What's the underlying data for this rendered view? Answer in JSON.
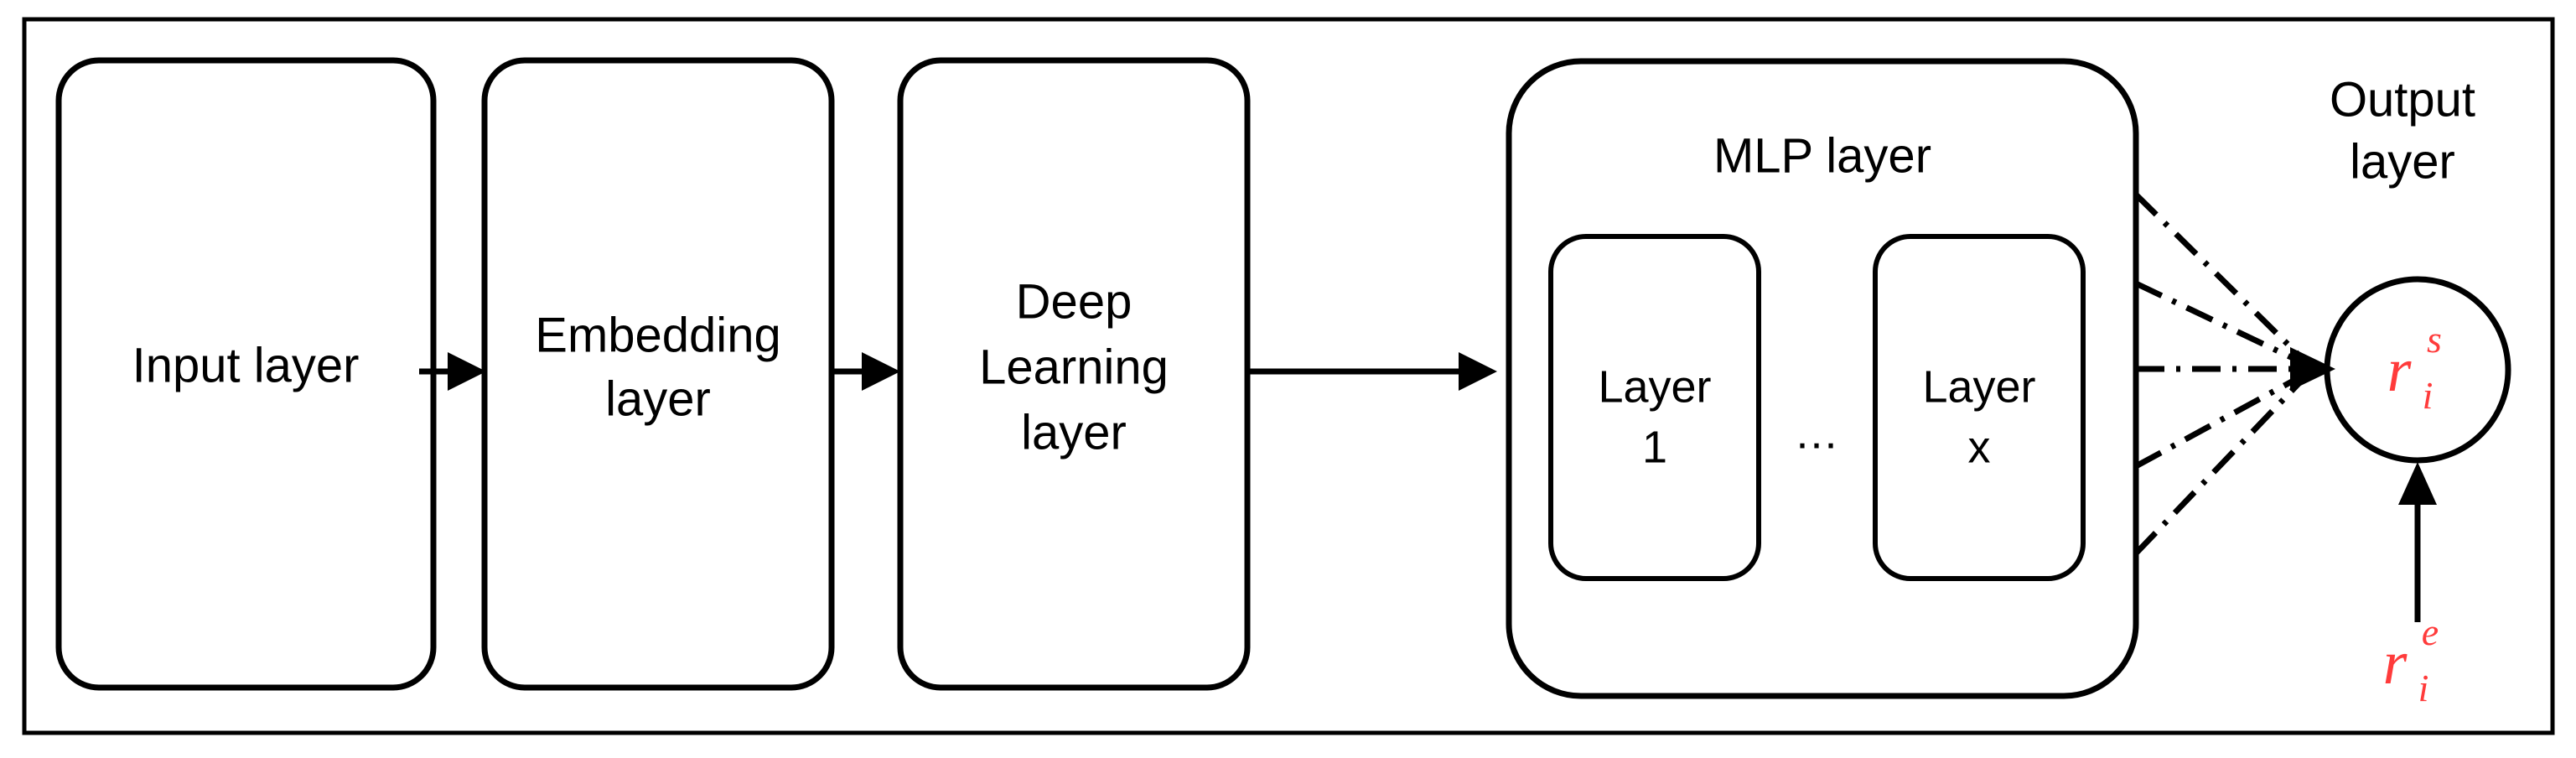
{
  "figure": {
    "type": "neural-network-architecture-diagram",
    "frame": {
      "border_color": "#000000"
    },
    "background_color": "#ffffff",
    "accent_color": "#FF3B3B"
  },
  "pipeline": {
    "stages": [
      {
        "id": "input",
        "label": "Input layer",
        "lines": [
          "Input layer"
        ]
      },
      {
        "id": "embedding",
        "label": "Embedding layer",
        "lines": [
          "Embedding",
          "layer"
        ]
      },
      {
        "id": "deep_learning",
        "label": "Deep Learning layer",
        "lines": [
          "Deep",
          "Learning",
          "layer"
        ]
      },
      {
        "id": "mlp",
        "label": "MLP layer",
        "lines": [
          "MLP layer"
        ]
      }
    ],
    "arrow_count": 3
  },
  "mlp": {
    "title": "MLP layer",
    "inner_layers": [
      {
        "id": "layer-1",
        "lines": [
          "Layer",
          "1"
        ]
      },
      {
        "id": "layer-x",
        "lines": [
          "Layer",
          "x"
        ]
      }
    ],
    "ellipsis": "...",
    "fanout_line_count": 5,
    "fanout_style": "dash-dot"
  },
  "output": {
    "title_lines": [
      "Output",
      "layer"
    ],
    "node": {
      "shape": "circle",
      "formula": {
        "base": "r",
        "sub": "i",
        "sup": "s",
        "plain": "r_i^s",
        "color": "#FF3B3B"
      }
    },
    "external_input": {
      "formula": {
        "base": "r",
        "sub": "i",
        "sup": "e",
        "plain": "r_i^e",
        "color": "#FF3B3B"
      },
      "arrow_direction": "up"
    }
  }
}
